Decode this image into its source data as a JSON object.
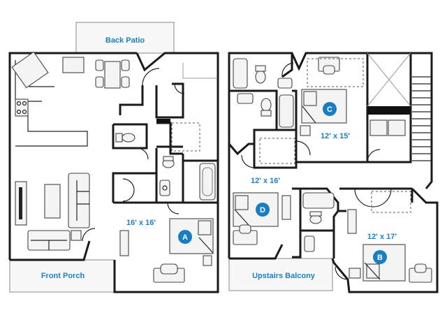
{
  "labels": {
    "back_patio": "Back Patio",
    "front_porch": "Front Porch",
    "upstairs_balcony": "Upstairs Balcony"
  },
  "bedrooms": [
    {
      "letter": "A",
      "size": "16' x 16'"
    },
    {
      "letter": "B",
      "size": "12' x 17'"
    },
    {
      "letter": "C",
      "size": "12' x 15'"
    },
    {
      "letter": "D",
      "size": "12' x 16'"
    }
  ],
  "colors": {
    "accent": "#1a7cc2",
    "label_text": "#1f7fc1",
    "wall": "#1a1a1a"
  }
}
